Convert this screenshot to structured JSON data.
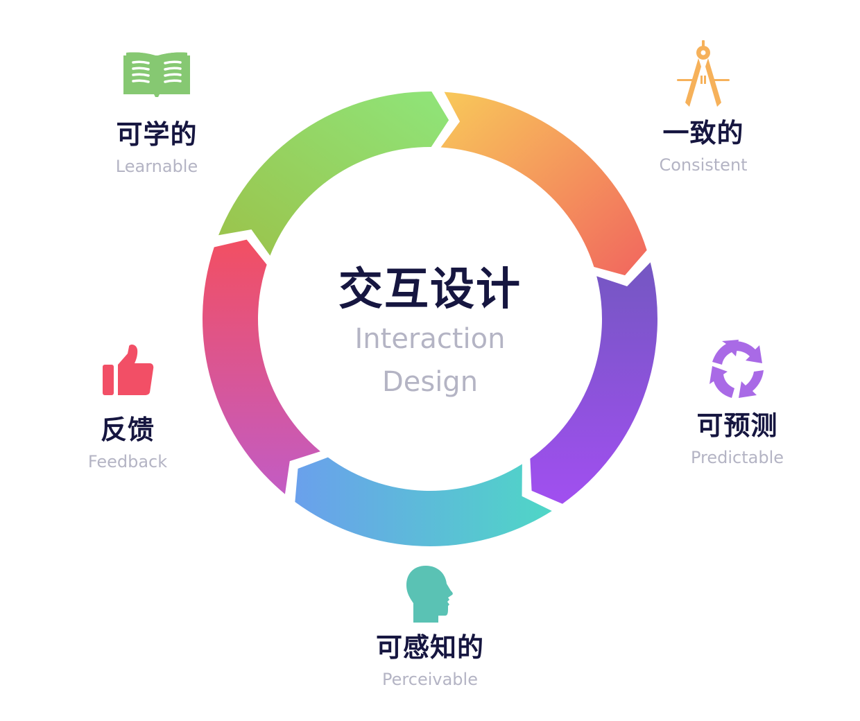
{
  "center": {
    "title": "交互设计",
    "subtitle_line1": "Interaction",
    "subtitle_line2": "Design"
  },
  "principles": [
    {
      "zh": "可学的",
      "en": "Learnable",
      "icon": "book-icon",
      "color": "#86c872"
    },
    {
      "zh": "一致的",
      "en": "Consistent",
      "icon": "compass-icon",
      "color": "#f6b15a"
    },
    {
      "zh": "可预测",
      "en": "Predictable",
      "icon": "cycle-arrows-icon",
      "color": "#a96ae6"
    },
    {
      "zh": "可感知的",
      "en": "Perceivable",
      "icon": "head-profile-icon",
      "color": "#5ac2b4"
    },
    {
      "zh": "反馈",
      "en": "Feedback",
      "icon": "thumbs-up-icon",
      "color": "#f24f66"
    }
  ],
  "ring_segments": [
    {
      "name": "learnable",
      "from": "#9bc24a",
      "to": "#8fe57a"
    },
    {
      "name": "consistent",
      "from": "#f8c95a",
      "to": "#f1665e"
    },
    {
      "name": "predictable",
      "from": "#7457c2",
      "to": "#a14ff0"
    },
    {
      "name": "perceivable",
      "from": "#4fd6c6",
      "to": "#6aa0ec"
    },
    {
      "name": "feedback",
      "from": "#c25cc4",
      "to": "#f24f62"
    }
  ],
  "colors": {
    "title": "#161640",
    "subtitle": "#b4b4c4",
    "background": "#ffffff"
  }
}
